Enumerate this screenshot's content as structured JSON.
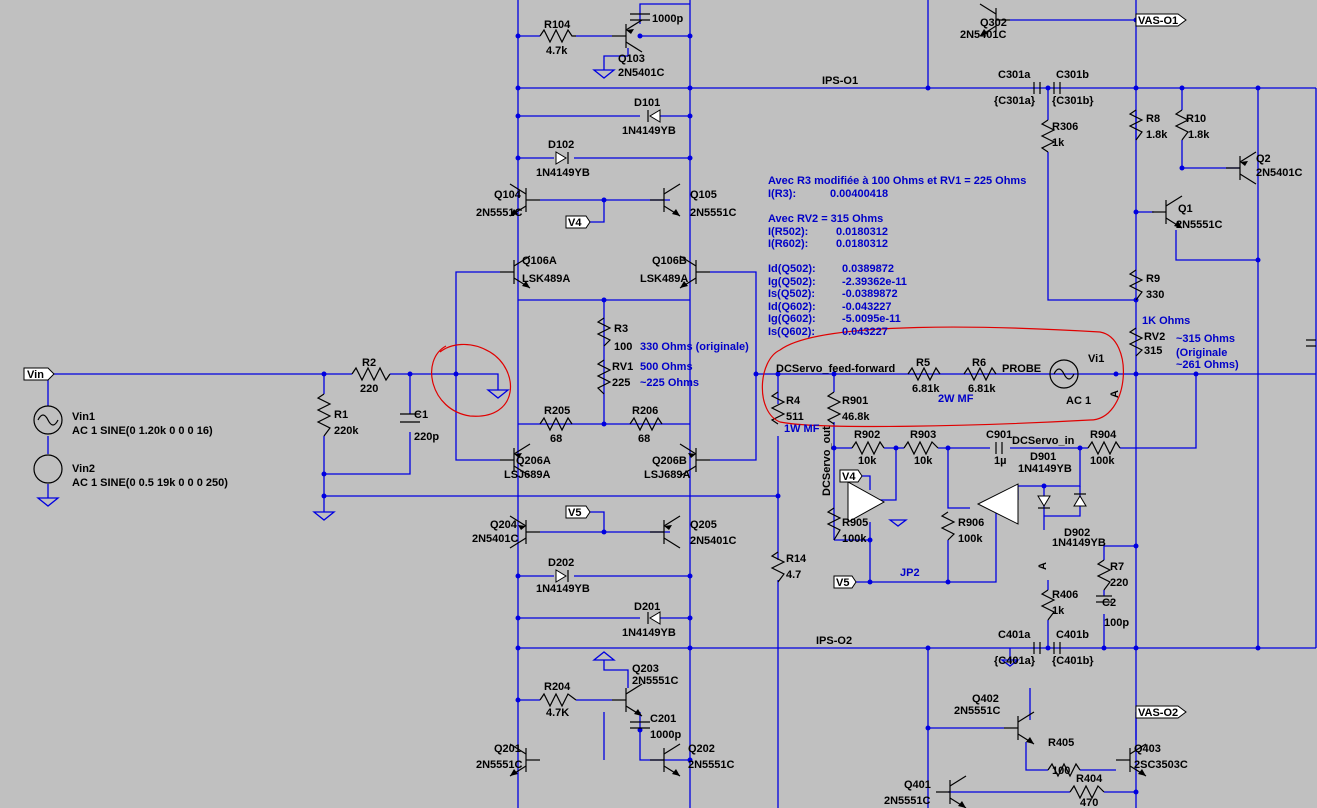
{
  "nets": {
    "vin": "Vin",
    "vas_o1": "VAS-O1",
    "vas_o2": "VAS-O2",
    "ips_o1": "IPS-O1",
    "ips_o2": "IPS-O2",
    "v4a": "V4",
    "v4b": "V4",
    "v5a": "V5",
    "v5b": "V5",
    "dcservo_ff": "DCServo_feed-forward",
    "dcservo_in": "DCServo_in",
    "dcservo_out": "DCServo_out",
    "probe": "PROBE",
    "jp2": "JP2",
    "a1": "A",
    "a2": "A"
  },
  "components": [
    {
      "id": "r104",
      "name": "R104",
      "value": "4.7k"
    },
    {
      "id": "q103",
      "name": "Q103",
      "value": "2N5401C"
    },
    {
      "id": "c_top",
      "name": "",
      "value": "1000p"
    },
    {
      "id": "q302",
      "name": "Q302",
      "value": "2N5401C"
    },
    {
      "id": "d101",
      "name": "D101",
      "value": "1N4149YB"
    },
    {
      "id": "d102",
      "name": "D102",
      "value": "1N4149YB"
    },
    {
      "id": "q104",
      "name": "Q104",
      "value": "2N5551C"
    },
    {
      "id": "q105",
      "name": "Q105",
      "value": "2N5551C"
    },
    {
      "id": "q106a",
      "name": "Q106A",
      "value": "LSK489A"
    },
    {
      "id": "q106b",
      "name": "Q106B",
      "value": "LSK489A"
    },
    {
      "id": "r3",
      "name": "R3",
      "value": "100"
    },
    {
      "id": "rv1",
      "name": "RV1",
      "value": "225"
    },
    {
      "id": "r2",
      "name": "R2",
      "value": "220"
    },
    {
      "id": "r1",
      "name": "R1",
      "value": "220k"
    },
    {
      "id": "c1",
      "name": "C1",
      "value": "220p"
    },
    {
      "id": "vin1",
      "name": "Vin1",
      "value": "AC 1   SINE(0 1.20k 0 0 0 16)"
    },
    {
      "id": "vin2",
      "name": "Vin2",
      "value": "AC 1   SINE(0 0.5 19k 0 0 0 250)"
    },
    {
      "id": "r205",
      "name": "R205",
      "value": "68"
    },
    {
      "id": "r206",
      "name": "R206",
      "value": "68"
    },
    {
      "id": "q206a",
      "name": "Q206A",
      "value": "LSJ689A"
    },
    {
      "id": "q206b",
      "name": "Q206B",
      "value": "LSJ689A"
    },
    {
      "id": "q204",
      "name": "Q204",
      "value": "2N5401C"
    },
    {
      "id": "q205",
      "name": "Q205",
      "value": "2N5401C"
    },
    {
      "id": "d202",
      "name": "D202",
      "value": "1N4149YB"
    },
    {
      "id": "d201",
      "name": "D201",
      "value": "1N4149YB"
    },
    {
      "id": "r204",
      "name": "R204",
      "value": "4.7K"
    },
    {
      "id": "q203",
      "name": "Q203",
      "value": "2N5551C"
    },
    {
      "id": "c201",
      "name": "C201",
      "value": "1000p"
    },
    {
      "id": "q201",
      "name": "Q201",
      "value": "2N5551C"
    },
    {
      "id": "q202",
      "name": "Q202",
      "value": "2N5551C"
    },
    {
      "id": "c301a",
      "name": "C301a",
      "value": "{C301a}"
    },
    {
      "id": "c301b",
      "name": "C301b",
      "value": "{C301b}"
    },
    {
      "id": "r306",
      "name": "R306",
      "value": "1k"
    },
    {
      "id": "r8",
      "name": "R8",
      "value": "1.8k"
    },
    {
      "id": "r10",
      "name": "R10",
      "value": "1.8k"
    },
    {
      "id": "q2",
      "name": "Q2",
      "value": "2N5401C"
    },
    {
      "id": "q1",
      "name": "Q1",
      "value": "2N5551C"
    },
    {
      "id": "r9",
      "name": "R9",
      "value": "330"
    },
    {
      "id": "rv2",
      "name": "RV2",
      "value": "315"
    },
    {
      "id": "r4",
      "name": "R4",
      "value": "511"
    },
    {
      "id": "r901",
      "name": "R901",
      "value": "46.8k"
    },
    {
      "id": "r5",
      "name": "R5",
      "value": "6.81k"
    },
    {
      "id": "r6",
      "name": "R6",
      "value": "6.81k"
    },
    {
      "id": "vi1",
      "name": "Vi1",
      "value": "AC 1"
    },
    {
      "id": "r902",
      "name": "R902",
      "value": "10k"
    },
    {
      "id": "r903",
      "name": "R903",
      "value": "10k"
    },
    {
      "id": "c901",
      "name": "C901",
      "value": "1µ"
    },
    {
      "id": "r904",
      "name": "R904",
      "value": "100k"
    },
    {
      "id": "d901",
      "name": "D901",
      "value": "1N4149YB"
    },
    {
      "id": "d902",
      "name": "D902",
      "value": "1N4149YB"
    },
    {
      "id": "r905",
      "name": "R905",
      "value": "100k"
    },
    {
      "id": "r906",
      "name": "R906",
      "value": "100k"
    },
    {
      "id": "r14",
      "name": "R14",
      "value": "4.7"
    },
    {
      "id": "r7",
      "name": "R7",
      "value": "220"
    },
    {
      "id": "c2",
      "name": "C2",
      "value": "100p"
    },
    {
      "id": "r406",
      "name": "R406",
      "value": "1k"
    },
    {
      "id": "c401a",
      "name": "C401a",
      "value": "{C401a}"
    },
    {
      "id": "c401b",
      "name": "C401b",
      "value": "{C401b}"
    },
    {
      "id": "q402",
      "name": "Q402",
      "value": "2N5551C"
    },
    {
      "id": "r405",
      "name": "R405",
      "value": "100"
    },
    {
      "id": "q403",
      "name": "Q403",
      "value": "2SC3503C"
    },
    {
      "id": "q401",
      "name": "Q401",
      "value": "2N5551C"
    },
    {
      "id": "r404",
      "name": "R404",
      "value": "470"
    }
  ],
  "annotations": {
    "rv1_note1": "330 Ohms (originale)",
    "rv1_note2": "500 Ohms",
    "rv1_note3": "~225 Ohms",
    "rv2_note1": "1K Ohms",
    "rv2_note2": "~315 Ohms",
    "rv2_note3": "(Originale",
    "rv2_note4": "~261 Ohms)",
    "r4_note": "1W MF",
    "r5_note": "2W MF"
  },
  "measurements": {
    "head1": "Avec R3 modifiée à 100 Ohms et RV1 = 225 Ohms",
    "lines1": [
      {
        "k": "I(R3):",
        "v": "0.00400418"
      }
    ],
    "head2": "Avec RV2 = 315 Ohms",
    "lines2": [
      {
        "k": "I(R502):",
        "v": "0.0180312"
      },
      {
        "k": "I(R602):",
        "v": "0.0180312"
      }
    ],
    "lines3": [
      {
        "k": "Id(Q502):",
        "v": "0.0389872"
      },
      {
        "k": "Ig(Q502):",
        "v": "-2.39362e-11"
      },
      {
        "k": "Is(Q502):",
        "v": "-0.0389872"
      },
      {
        "k": "Id(Q602):",
        "v": "-0.043227"
      },
      {
        "k": "Ig(Q602):",
        "v": "-5.0095e-11"
      },
      {
        "k": "Is(Q602):",
        "v": "0.043227"
      }
    ]
  }
}
